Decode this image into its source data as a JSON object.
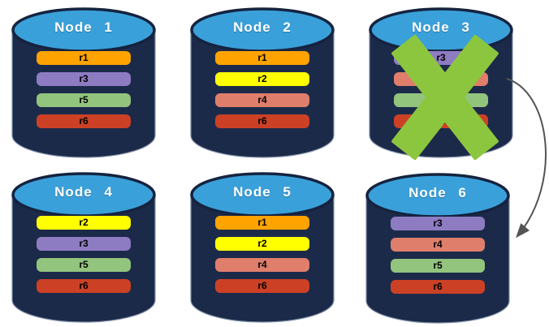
{
  "colors": {
    "background": "#FFFFFF",
    "cylinder_body": "#1C2A4A",
    "cylinder_edge": "#8292A8",
    "cylinder_top": "#3AA0DA",
    "cylinder_top_border": "#15233F",
    "title_text": "#FFFFFF",
    "row_text": "#000000",
    "failure_x": "#8CC63E",
    "arrow": "#545454"
  },
  "nodes": [
    {
      "title": "Node 1",
      "failed": false,
      "rows": [
        {
          "label": "r1",
          "color": "#FFA300"
        },
        {
          "label": "r3",
          "color": "#8E7CC3"
        },
        {
          "label": "r5",
          "color": "#93C47D"
        },
        {
          "label": "r6",
          "color": "#CC4125"
        }
      ]
    },
    {
      "title": "Node 2",
      "failed": false,
      "rows": [
        {
          "label": "r1",
          "color": "#FFA300"
        },
        {
          "label": "r2",
          "color": "#FFFF00"
        },
        {
          "label": "r4",
          "color": "#DF7E6B"
        },
        {
          "label": "r6",
          "color": "#CC4125"
        }
      ]
    },
    {
      "title": "Node 3",
      "failed": true,
      "rows": [
        {
          "label": "r3",
          "color": "#8E7CC3"
        },
        {
          "label": "r4",
          "color": "#DF7E6B"
        },
        {
          "label": "r5",
          "color": "#93C47D"
        },
        {
          "label": "r6",
          "color": "#CC4125"
        }
      ]
    },
    {
      "title": "Node 4",
      "failed": false,
      "rows": [
        {
          "label": "r2",
          "color": "#FFFF00"
        },
        {
          "label": "r3",
          "color": "#8E7CC3"
        },
        {
          "label": "r5",
          "color": "#93C47D"
        },
        {
          "label": "r6",
          "color": "#CC4125"
        }
      ]
    },
    {
      "title": "Node 5",
      "failed": false,
      "rows": [
        {
          "label": "r1",
          "color": "#FFA300"
        },
        {
          "label": "r2",
          "color": "#FFFF00"
        },
        {
          "label": "r4",
          "color": "#DF7E6B"
        },
        {
          "label": "r6",
          "color": "#CC4125"
        }
      ]
    },
    {
      "title": "Node 6",
      "failed": false,
      "rows": [
        {
          "label": "r3",
          "color": "#8E7CC3"
        },
        {
          "label": "r4",
          "color": "#DF7E6B"
        },
        {
          "label": "r5",
          "color": "#93C47D"
        },
        {
          "label": "r6",
          "color": "#CC4125"
        }
      ]
    }
  ],
  "failure_marker": {
    "node": "Node 3",
    "icon": "x-cross",
    "color": "#8CC63E"
  },
  "arrow": {
    "from": "Node 3",
    "to": "Node 6",
    "color": "#545454"
  }
}
